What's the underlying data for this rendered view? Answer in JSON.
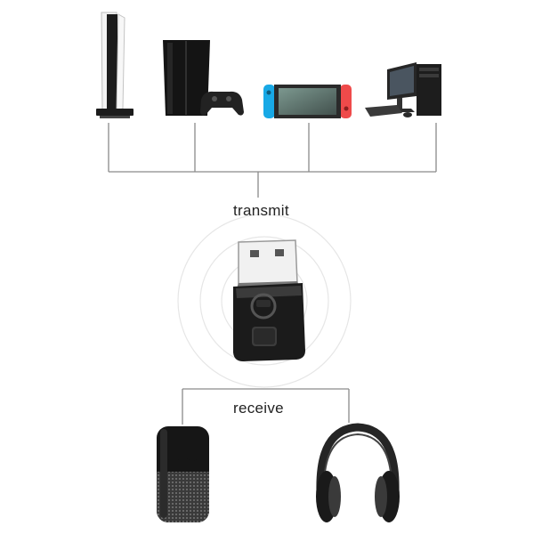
{
  "labels": {
    "transmit": "transmit",
    "receive": "receive"
  },
  "devices": {
    "sources": [
      "ps5-console",
      "ps4-console",
      "switch-console",
      "desktop-pc"
    ],
    "receivers": [
      "wireless-speaker",
      "headphones"
    ],
    "adapter": "usb-bluetooth-adapter"
  },
  "colors": {
    "line": "#8a8a8a",
    "ring": "#e6e6e6",
    "device_dark": "#1c1c1c",
    "joycon_blue": "#18a9e6",
    "joycon_red": "#ef4a4a"
  }
}
